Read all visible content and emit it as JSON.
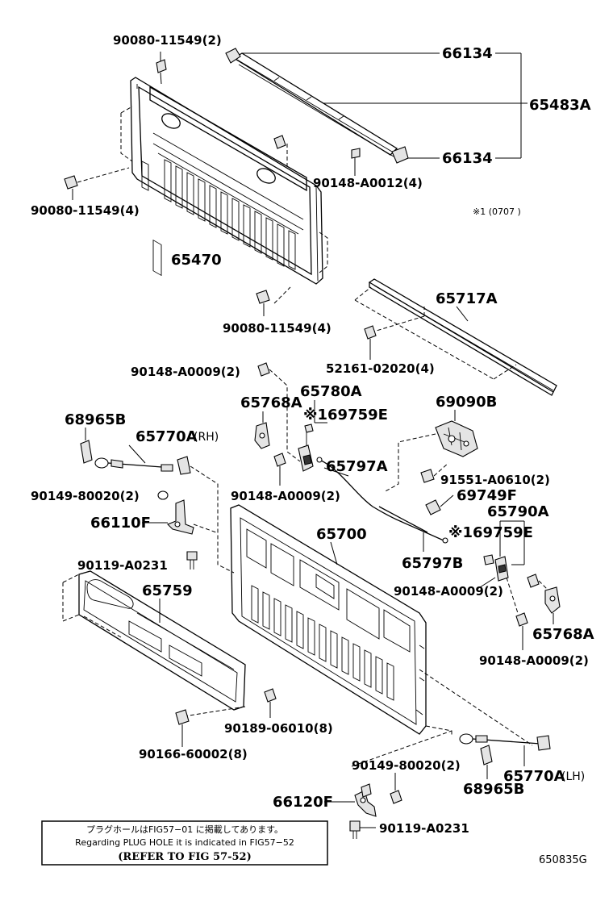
{
  "labels": {
    "p90080_11549_2": "90080-11549(2)",
    "p66134_top": "66134",
    "p65483A": "65483A",
    "p66134_bottom": "66134",
    "p90148_A0012_4": "90148-A0012(4)",
    "p90080_11549_4_left": "90080-11549(4)",
    "note_star1": "※1 (0707        )",
    "p65470": "65470",
    "p90080_11549_4_bottom": "90080-11549(4)",
    "p65717A": "65717A",
    "p52161_02020_4": "52161-02020(4)",
    "p90148_A0009_2_a": "90148-A0009(2)",
    "p65780A": "65780A",
    "p65768A_left": "65768A",
    "p69759E_top": "※169759E",
    "p69090B": "69090B",
    "p68965B_top": "68965B",
    "p65770A_RH": "65770A",
    "p65770A_RH_suffix": "(RH)",
    "p65797A": "65797A",
    "p91551_A0610_2": "91551-A0610(2)",
    "p90149_80020_2_left": "90149-80020(2)",
    "p90148_A0009_2_b": "90148-A0009(2)",
    "p69749F": "69749F",
    "p66110F": "66110F",
    "p65700": "65700",
    "p65790A": "65790A",
    "p69759E_mid": "※169759E",
    "p90119_A0231_top": "90119-A0231",
    "p65797B": "65797B",
    "p65759": "65759",
    "p90148_A0009_2_c": "90148-A0009(2)",
    "p65768A_right": "65768A",
    "p90148_A0009_2_d": "90148-A0009(2)",
    "p90189_06010_8": "90189-06010(8)",
    "p90166_60002_8": "90166-60002(8)",
    "p90149_80020_2_right": "90149-80020(2)",
    "p65770A_LH": "65770A",
    "p65770A_LH_suffix": "(LH)",
    "p68965B_bottom": "68965B",
    "p66120F": "66120F",
    "p90119_A0231_bottom": "90119-A0231"
  },
  "notebox": {
    "line1": "プラグホールはFIG57−01 に掲載してあります。",
    "line2": "Regarding  PLUG HOLE   it is indicated in FIG57−52",
    "line3": "(REFER TO FIG 57-52)"
  },
  "figure_code": "650835G"
}
